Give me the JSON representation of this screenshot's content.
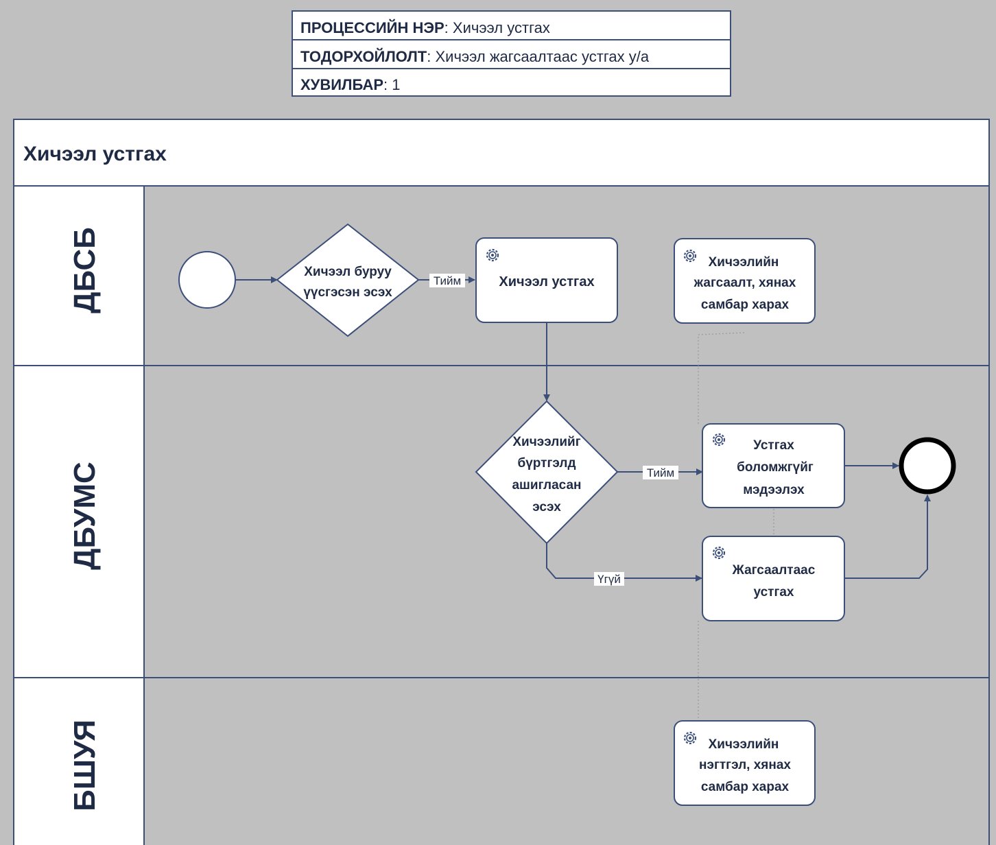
{
  "header": {
    "process_name_label": "ПРОЦЕССИЙН НЭР",
    "process_name_value": "Хичээл устгах",
    "description_label": "ТОДОРХОЙЛОЛТ",
    "description_value": "Хичээл жагсаалтаас устгах у/а",
    "version_label": "ХУВИЛБАР",
    "version_value": "1"
  },
  "pool": {
    "title": "Хичээл устгах"
  },
  "lanes": [
    {
      "label": "ДБСБ"
    },
    {
      "label": "ДБУМС"
    },
    {
      "label": "БШУЯ"
    }
  ],
  "nodes": {
    "gateway1": [
      "Хичээл буруу",
      "үүсгэсэн эсэх"
    ],
    "task_delete": [
      "Хичээл устгах"
    ],
    "task_view_list": [
      "Хичээлийн",
      "жагсаалт, хянах",
      "самбар харах"
    ],
    "gateway2": [
      "Хичээлийг",
      "бүртгэлд",
      "ашигласан",
      "эсэх"
    ],
    "task_notify": [
      "Устгах",
      "боломжгүйг",
      "мэдээлэх"
    ],
    "task_remove_list": [
      "Жагсаалтаас",
      "устгах"
    ],
    "task_view_summary": [
      "Хичээлийн",
      "нэгтгэл, хянах",
      "самбар харах"
    ]
  },
  "edges": {
    "yes1": "Тийм",
    "yes2": "Тийм",
    "no2": "Үгүй"
  },
  "colors": {
    "background": "#c0c0c0",
    "line": "#3c4f7a",
    "text": "#1f2a44",
    "node_fill": "#ffffff"
  }
}
